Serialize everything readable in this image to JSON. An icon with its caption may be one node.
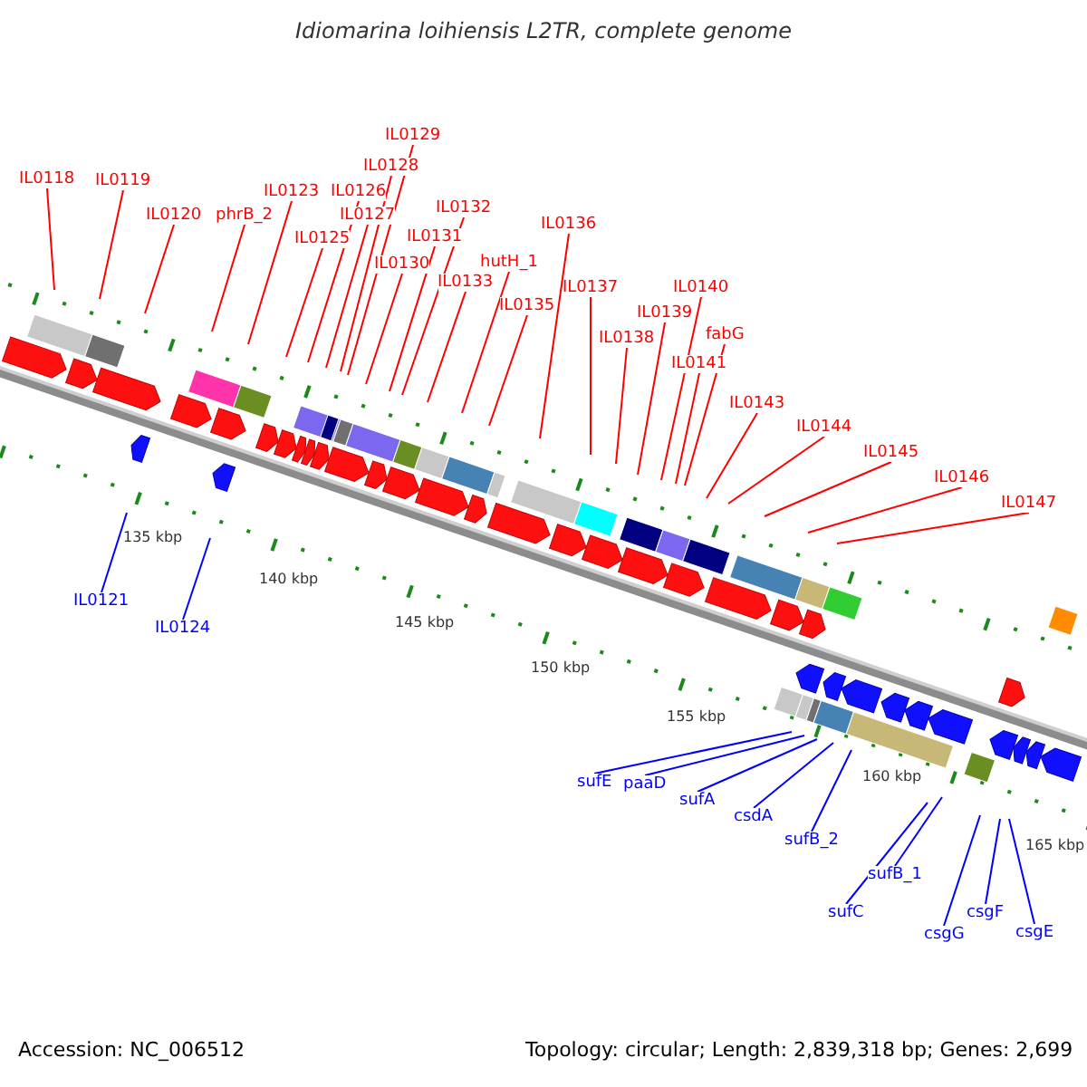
{
  "diagram": {
    "title": "Idiomarina loihiensis L2TR, complete genome",
    "nodes": [
      {
        "text": [
          "IL0118"
        ]
      },
      {
        "text": [
          "IL0119"
        ]
      },
      {
        "text": [
          "IL0120"
        ]
      },
      {
        "text": [
          "phrB_2"
        ]
      },
      {
        "text": [
          "IL0123"
        ]
      },
      {
        "text": [
          "IL0125"
        ]
      },
      {
        "text": [
          "IL0126"
        ]
      },
      {
        "text": [
          "IL0127"
        ]
      },
      {
        "text": [
          "IL0128"
        ]
      },
      {
        "text": [
          "IL0129"
        ]
      },
      {
        "text": [
          "IL0130"
        ]
      },
      {
        "text": [
          "IL0131"
        ]
      },
      {
        "text": [
          "IL0132"
        ]
      },
      {
        "text": [
          "IL0133"
        ]
      },
      {
        "text": [
          "hutH_1"
        ]
      },
      {
        "text": [
          "IL0135"
        ]
      },
      {
        "text": [
          "IL0136"
        ]
      },
      {
        "text": [
          "IL0137"
        ]
      },
      {
        "text": [
          "IL0138"
        ]
      },
      {
        "text": [
          "IL0139"
        ]
      },
      {
        "text": [
          "IL0140"
        ]
      },
      {
        "text": [
          "fabG"
        ]
      },
      {
        "text": [
          "IL0141"
        ]
      },
      {
        "text": [
          "IL0143"
        ]
      },
      {
        "text": [
          "IL0144"
        ]
      },
      {
        "text": [
          "IL0145"
        ]
      },
      {
        "text": [
          "IL0146"
        ]
      },
      {
        "text": [
          "IL0147"
        ]
      },
      {
        "text": [
          "IL0121"
        ]
      },
      {
        "text": [
          "IL0124"
        ]
      },
      {
        "text": [
          "sufE"
        ]
      },
      {
        "text": [
          "paaD"
        ]
      },
      {
        "text": [
          "sufA"
        ]
      },
      {
        "text": [
          "csdA"
        ]
      },
      {
        "text": [
          "sufB_2"
        ]
      },
      {
        "text": [
          "sufC"
        ]
      },
      {
        "text": [
          "sufB_1"
        ]
      },
      {
        "text": [
          "csgG"
        ]
      },
      {
        "text": [
          "csgF"
        ]
      },
      {
        "text": [
          "csgE"
        ]
      }
    ],
    "edges": [
      {
        "from": 0,
        "to": null,
        "arrow": "none"
      },
      {
        "from": 1,
        "to": null,
        "arrow": "none"
      },
      {
        "from": 2,
        "to": null,
        "arrow": "none"
      },
      {
        "from": 3,
        "to": null,
        "arrow": "none"
      },
      {
        "from": 4,
        "to": null,
        "arrow": "none"
      },
      {
        "from": 5,
        "to": null,
        "arrow": "none"
      },
      {
        "from": 6,
        "to": null,
        "arrow": "none"
      },
      {
        "from": 7,
        "to": null,
        "arrow": "none"
      },
      {
        "from": 8,
        "to": null,
        "arrow": "none"
      },
      {
        "from": 9,
        "to": null,
        "arrow": "none"
      },
      {
        "from": 10,
        "to": null,
        "arrow": "none"
      },
      {
        "from": 11,
        "to": null,
        "arrow": "none"
      },
      {
        "from": 12,
        "to": null,
        "arrow": "none"
      },
      {
        "from": 13,
        "to": null,
        "arrow": "none"
      },
      {
        "from": 14,
        "to": null,
        "arrow": "none"
      },
      {
        "from": 15,
        "to": null,
        "arrow": "none"
      },
      {
        "from": 16,
        "to": null,
        "arrow": "none"
      },
      {
        "from": 17,
        "to": null,
        "arrow": "none"
      },
      {
        "from": 18,
        "to": null,
        "arrow": "none"
      },
      {
        "from": 19,
        "to": null,
        "arrow": "none"
      },
      {
        "from": 20,
        "to": null,
        "arrow": "none"
      },
      {
        "from": 21,
        "to": null,
        "arrow": "none"
      },
      {
        "from": 22,
        "to": null,
        "arrow": "none"
      },
      {
        "from": 23,
        "to": null,
        "arrow": "none"
      },
      {
        "from": 24,
        "to": null,
        "arrow": "none"
      },
      {
        "from": 25,
        "to": null,
        "arrow": "none"
      },
      {
        "from": 26,
        "to": null,
        "arrow": "none"
      },
      {
        "from": 27,
        "to": null,
        "arrow": "none"
      },
      {
        "from": 28,
        "to": null,
        "arrow": "none",
        "color": "#0000ff"
      },
      {
        "from": 29,
        "to": null,
        "arrow": "none",
        "color": "#0000ff"
      },
      {
        "from": 30,
        "to": null,
        "arrow": "none",
        "color": "#0000ff"
      },
      {
        "from": 31,
        "to": null,
        "arrow": "none",
        "color": "#0000ff"
      },
      {
        "from": 32,
        "to": null,
        "arrow": "none",
        "color": "#0000ff"
      },
      {
        "from": 33,
        "to": null,
        "arrow": "none",
        "color": "#0000ff"
      },
      {
        "from": 34,
        "to": null,
        "arrow": "none",
        "color": "#0000ff"
      },
      {
        "from": 35,
        "to": null,
        "arrow": "none",
        "color": "#0000ff"
      },
      {
        "from": 36,
        "to": null,
        "arrow": "none",
        "color": "#0000ff"
      },
      {
        "from": 37,
        "to": null,
        "arrow": "none",
        "color": "#0000ff"
      },
      {
        "from": 38,
        "to": null,
        "arrow": "none",
        "color": "#0000ff"
      },
      {
        "from": 39,
        "to": null,
        "arrow": "none",
        "color": "#0000ff"
      }
    ],
    "labels": [
      "135 kbp",
      "140 kbp",
      "145 kbp",
      "150 kbp",
      "155 kbp",
      "160 kbp",
      "165 kbp",
      "Accession: NC_006512",
      "Topology: circular; Length: 2,839,318 bp; Genes: 2,699"
    ]
  }
}
